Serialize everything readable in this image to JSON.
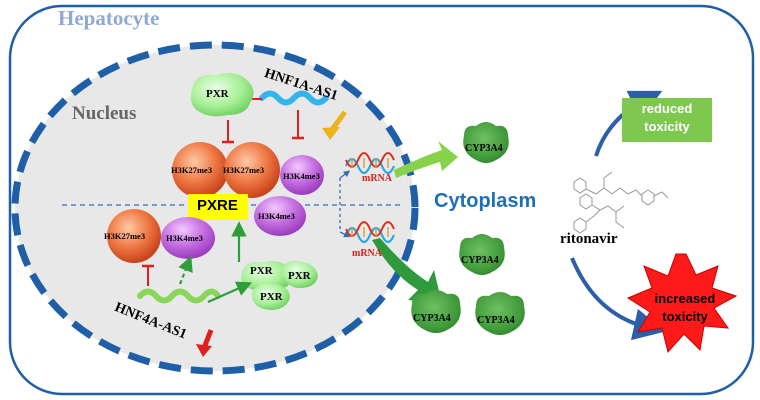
{
  "cell_label": "Hepatocyte",
  "nucleus_label": "Nucleus",
  "cytoplasm_label": "Cytoplasm",
  "genes": {
    "hnf1a_as1": "HNF1A-AS1",
    "hnf4a_as1": "HNF4A-AS1"
  },
  "proteins": {
    "pxr": "PXR",
    "cyp3a4": "CYP3A4"
  },
  "histone_marks": {
    "h3k27me3": "H3K27me3",
    "h3k4me3": "H3K4me3"
  },
  "element": "PXRE",
  "transcript": "mRNA",
  "drug": "ritonavir",
  "outcomes": {
    "reduced": [
      "reduced",
      "toxicity"
    ],
    "increased": [
      "increased",
      "toxicity"
    ]
  },
  "colors": {
    "membrane": "#1f5fa8",
    "nucleus_fill": "#e8e8e8",
    "cell_label": "#8fa9d6",
    "cytoplasm_label": "#1f6fb5",
    "h3k27me3": "#e8643a",
    "h3k4me3": "#c05fd6",
    "pxr": "#9cec8e",
    "cyp3a4": "#3f9a3a",
    "pxre": "#ffff00",
    "reduced_box": "#7ec850",
    "increased_star": "#ff1a1a",
    "inhibit": "#e0201c",
    "activate": "#2e9e3a"
  }
}
